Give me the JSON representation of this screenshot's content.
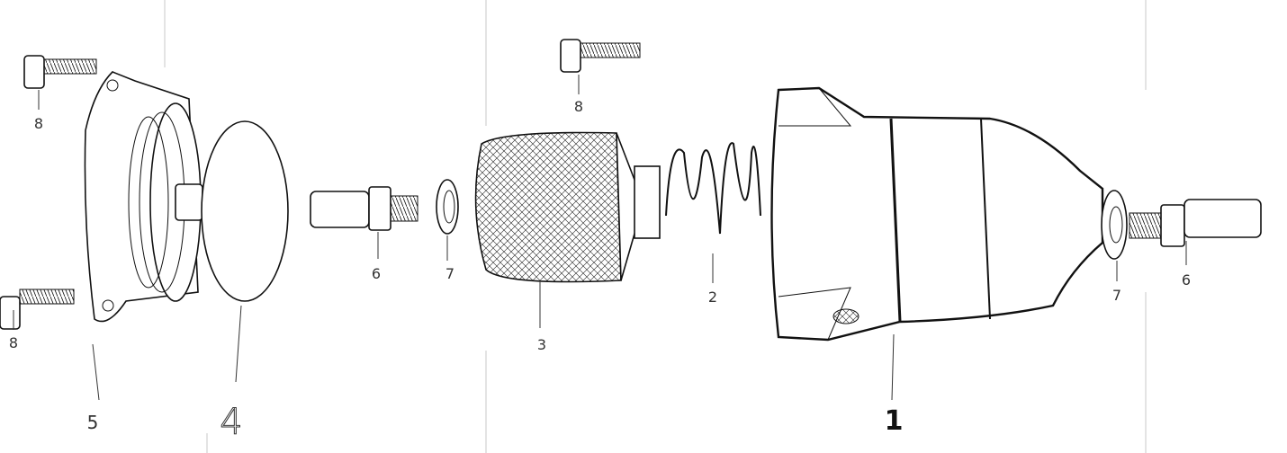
{
  "diagram": {
    "labels": {
      "screw_top_left": "8",
      "screw_top_center": "8",
      "screw_bottom_left": "8",
      "cover": "5",
      "gasket": "4",
      "fitting_left": "6",
      "washer_left": "7",
      "filter_element": "3",
      "spring": "2",
      "housing": "1",
      "washer_right": "7",
      "fitting_right": "6"
    }
  }
}
